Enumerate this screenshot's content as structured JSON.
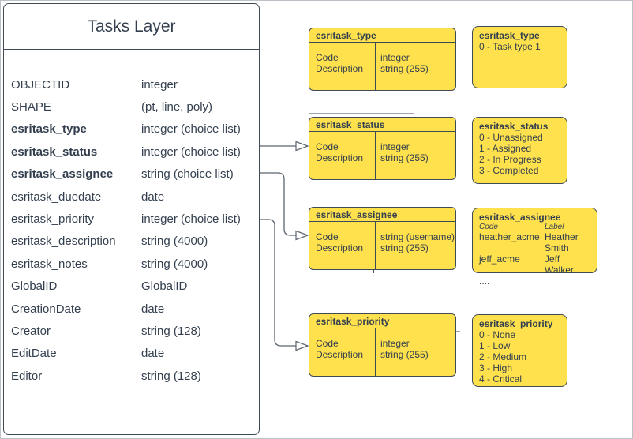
{
  "layer_table": {
    "title": "Tasks Layer",
    "fields": [
      {
        "name": "OBJECTID",
        "type": "integer",
        "bold": false
      },
      {
        "name": "SHAPE",
        "type": "(pt, line, poly)",
        "bold": false
      },
      {
        "name": "esritask_type",
        "type": "integer (choice list)",
        "bold": true
      },
      {
        "name": "esritask_status",
        "type": "integer (choice list)",
        "bold": true
      },
      {
        "name": "esritask_assignee",
        "type": "string (choice list)",
        "bold": true
      },
      {
        "name": "esritask_duedate",
        "type": "date",
        "bold": false
      },
      {
        "name": "esritask_priority",
        "type": "integer (choice list)",
        "bold": false
      },
      {
        "name": "esritask_description",
        "type": "string (4000)",
        "bold": false
      },
      {
        "name": "esritask_notes",
        "type": "string (4000)",
        "bold": false
      },
      {
        "name": "GlobalID",
        "type": "GlobalID",
        "bold": false
      },
      {
        "name": "CreationDate",
        "type": "date",
        "bold": false
      },
      {
        "name": "Creator",
        "type": "string (128)",
        "bold": false
      },
      {
        "name": "EditDate",
        "type": "date",
        "bold": false
      },
      {
        "name": "Editor",
        "type": "string (128)",
        "bold": false
      }
    ]
  },
  "attr_tables": [
    {
      "title": "esritask_type",
      "rows": [
        [
          "Code",
          "integer"
        ],
        [
          "Description",
          "string (255)"
        ]
      ]
    },
    {
      "title": "esritask_status",
      "rows": [
        [
          "Code",
          "integer"
        ],
        [
          "Description",
          "string (255)"
        ]
      ]
    },
    {
      "title": "esritask_assignee",
      "rows": [
        [
          "Code",
          "string (username)"
        ],
        [
          "Description",
          "string (255)"
        ]
      ]
    },
    {
      "title": "esritask_priority",
      "rows": [
        [
          "Code",
          "integer"
        ],
        [
          "Description",
          "string (255)"
        ]
      ]
    }
  ],
  "value_lists": [
    {
      "title": "esritask_type",
      "items": [
        "0 - Task type 1"
      ]
    },
    {
      "title": "esritask_status",
      "items": [
        "0 - Unassigned",
        "1 - Assigned",
        "2 - In Progress",
        "3 - Completed"
      ]
    },
    {
      "title": "esritask_assignee",
      "columns": [
        "Code",
        "Label"
      ],
      "rows": [
        [
          "heather_acme",
          "Heather Smith"
        ],
        [
          "jeff_acme",
          "Jeff Walker"
        ]
      ],
      "ellipsis": "...."
    },
    {
      "title": "esritask_priority",
      "items": [
        "0 - None",
        "1 - Low",
        "2 - Medium",
        "3 - High",
        "4 - Critical"
      ]
    }
  ],
  "colors": {
    "box_fill": "#FFE14D",
    "box_border": "#3F4A56",
    "text": "#333F4E",
    "connector": "#5B6570"
  }
}
